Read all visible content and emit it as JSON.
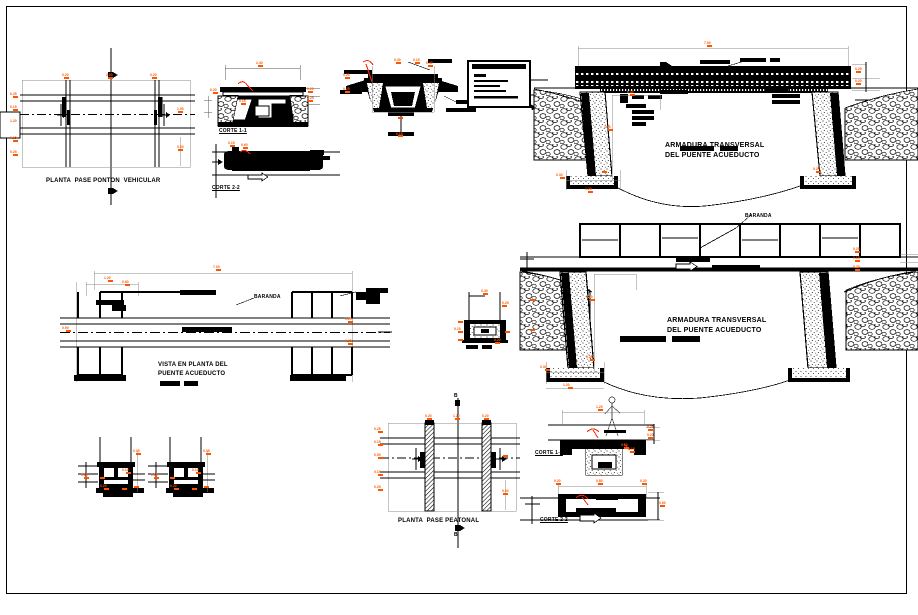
{
  "sheet": {
    "kind": "cad-drawing",
    "discipline": "civil-structural",
    "language": "es",
    "colors": {
      "line": "#000000",
      "dimension_text": "#ff5500",
      "background": "#ffffff",
      "hatch": "#000000"
    }
  },
  "views": {
    "planta_ponton": {
      "title": "PLANTA  PASE PONTON  VEHICULAR",
      "dims_left": [
        "0.25",
        "0.15",
        "1.20",
        "0.15",
        "0.25"
      ],
      "dims_top": [
        "0.20",
        "2.00",
        "0.20"
      ],
      "dims_right": [
        "1.90"
      ],
      "dims_bottom": [
        "0.60"
      ]
    },
    "corte_1_1_top": {
      "title": "CORTE 1-1",
      "dims_top": [
        "2.40"
      ],
      "dims_left": [
        "0.20"
      ],
      "dims_right": [
        "0.20",
        "0.25"
      ],
      "dims_inner": [
        "0.15"
      ]
    },
    "corte_2_2_top": {
      "title": "CORTE 2-2",
      "dims_top": [
        "0.15"
      ],
      "dims_inner": [
        "0.60"
      ]
    },
    "canal_detalle": {
      "title": "",
      "dims": [
        "0.30",
        "0.15",
        "0.40",
        "0.20",
        "0.25",
        "0.15"
      ]
    },
    "tabla_legend": {
      "header": "",
      "rows": [
        "",
        "",
        "",
        "",
        ""
      ]
    },
    "puente_superior": {
      "title": "ARMADURA TRANSVERSAL\nDEL PUENTE ACUEDUCTO",
      "title_line1": "ARMADURA TRANSVERSAL",
      "title_line2": "DEL PUENTE ACUEDUCTO",
      "scale_note": "",
      "dims_top": [
        "7.00"
      ],
      "dims_right": [
        "0.25",
        "0.20"
      ],
      "dims_left": [
        "0.30",
        "1.50"
      ],
      "dims_base": [
        "1.20",
        "0.30",
        "0.25"
      ]
    },
    "puente_inferior": {
      "title_line1": "ARMADURA TRANSVERSAL",
      "title_line2": "DEL PUENTE ACUEDUCTO",
      "railing_label": "BARANDA",
      "scale_note": "",
      "dims_right": [
        "0.25",
        "0.15",
        "0.20"
      ],
      "dims_left": [
        "1.50",
        "0.25"
      ],
      "dims_base": [
        "1.20",
        "0.30"
      ]
    },
    "vista_planta_acueducto": {
      "title_line1": "VISTA EN PLANTA DEL",
      "title_line2": "PUENTE ACUEDUCTO",
      "railing_label": "BARANDA",
      "dims_top_main": [
        "7.00"
      ],
      "dims_top_sub": [
        "1.20",
        "0.60"
      ],
      "dims_left": [
        "0.90"
      ],
      "dims_right": [
        "0.25",
        "0.30"
      ],
      "scale_note": ""
    },
    "detalle_viga_izq": {
      "title": "",
      "dims": [
        "0.15",
        "0.10",
        "0.25",
        "0.20"
      ]
    },
    "detalle_viga_der": {
      "title": "",
      "dims": [
        "0.15",
        "0.10",
        "0.25",
        "0.20"
      ]
    },
    "seccion_canal_centro": {
      "title": "",
      "dims": [
        "0.40",
        "0.25",
        "0.15",
        "0.20"
      ]
    },
    "planta_peatonal": {
      "title": "PLANTA  PASE PEATONAL",
      "dims_left": [
        "0.25",
        "0.15",
        "0.90",
        "0.15",
        "0.25"
      ],
      "dims_top": [
        "0.20",
        "1.20",
        "0.20"
      ],
      "dims_right": [
        "0.60"
      ],
      "section_mark_top": "B",
      "section_mark_bottom": "B"
    },
    "corte_1_1_bottom": {
      "title": "CORTE 1-1",
      "dims_top": [
        "1.20"
      ],
      "dims_right": [
        "0.25",
        "0.20"
      ],
      "dims_detail": [
        "0.10",
        "0.15"
      ]
    },
    "corte_2_2_bottom": {
      "title": "CORTE 2-2",
      "dims_top": [
        "0.20",
        "0.80",
        "0.20"
      ],
      "dims_right": [
        "0.60"
      ]
    }
  },
  "annotations": {
    "baranda": "BARANDA",
    "corte_1_1": "CORTE 1-1",
    "corte_2_2": "CORTE 2-2"
  }
}
